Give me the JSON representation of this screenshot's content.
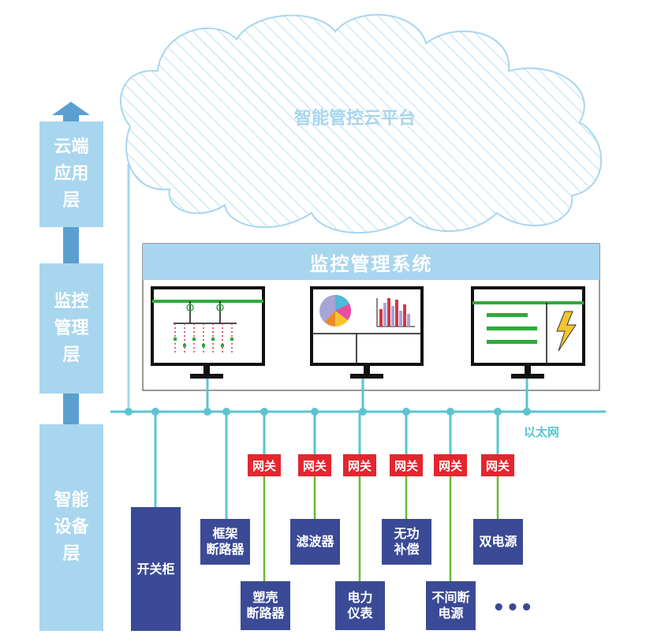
{
  "layers": [
    {
      "id": "cloud",
      "lines": [
        "云端",
        "应用层"
      ]
    },
    {
      "id": "monitor",
      "lines": [
        "监控",
        "管理层"
      ]
    },
    {
      "id": "device",
      "lines": [
        "智能",
        "设备层"
      ]
    }
  ],
  "cloud": {
    "label": "智能管控云平台"
  },
  "monitoring": {
    "title": "监控管理系统"
  },
  "network": {
    "label": "以太网"
  },
  "gateways": {
    "label": "网关"
  },
  "devices": [
    {
      "id": "switchgear",
      "lines": [
        "开关柜"
      ]
    },
    {
      "id": "frame-breaker",
      "lines": [
        "框架",
        "断路器"
      ]
    },
    {
      "id": "molded-breaker",
      "lines": [
        "塑壳",
        "断路器"
      ]
    },
    {
      "id": "filter",
      "lines": [
        "滤波器"
      ]
    },
    {
      "id": "power-meter",
      "lines": [
        "电力",
        "仪表"
      ]
    },
    {
      "id": "reactive-comp",
      "lines": [
        "无功",
        "补偿"
      ]
    },
    {
      "id": "ups",
      "lines": [
        "不间断",
        "电源"
      ]
    },
    {
      "id": "dual-power",
      "lines": [
        "双电源"
      ]
    }
  ],
  "more": {
    "label": "•••"
  },
  "colors": {
    "layer_fill": "#a8d6ee",
    "bus": "#5bc4cf",
    "gateway_fill": "#e3262f",
    "gateway_link": "#66bb33",
    "device_fill": "#3b4a96",
    "screen_green": "#2eaa3c"
  }
}
